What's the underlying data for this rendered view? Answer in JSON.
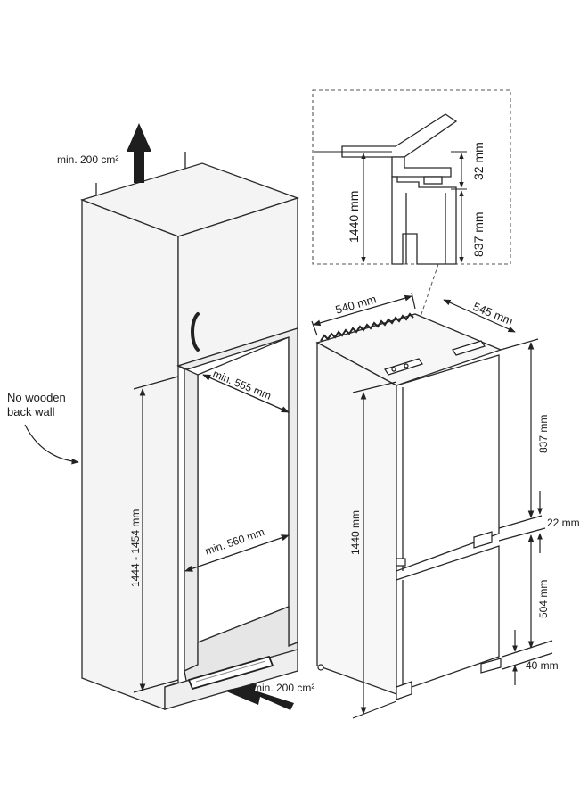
{
  "labels": {
    "air_top": "min. 200 cm²",
    "air_bottom": "min. 200 cm²",
    "no_back_wall_line1": "No wooden",
    "no_back_wall_line2": "back wall",
    "niche_depth": "min. 555 mm",
    "niche_width": "min. 560 mm",
    "niche_height": "1444 - 1454 mm",
    "detail_height": "1440 mm",
    "detail_gap": "32 mm",
    "detail_lower": "837 mm",
    "fridge_width": "540 mm",
    "fridge_depth": "545 mm",
    "fridge_height": "1440 mm",
    "upper_section": "837 mm",
    "mid_gap": "22 mm",
    "lower_section": "504 mm",
    "base_gap": "40 mm"
  },
  "colors": {
    "line": "#2a2a2a",
    "cabinet_fill": "#f4f4f4",
    "arrow": "#1e1e1e",
    "dashed_box": "#555555"
  }
}
